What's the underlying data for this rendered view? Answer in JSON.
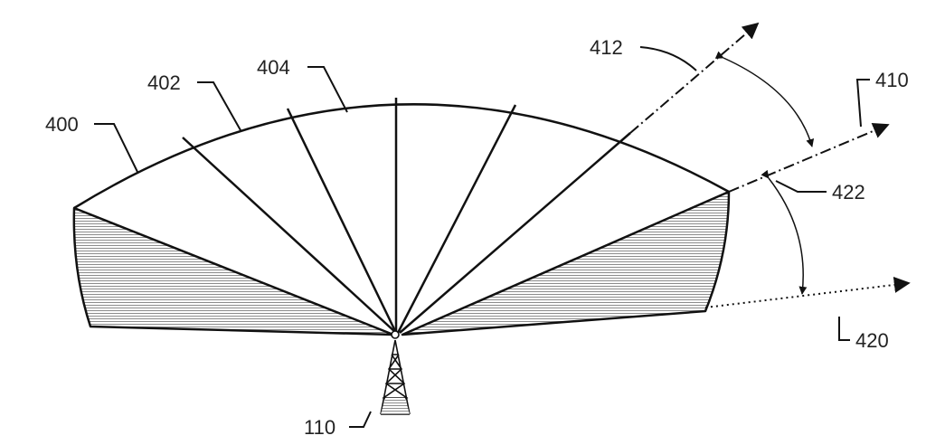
{
  "labels": {
    "sector_400": "400",
    "sector_402": "402",
    "sector_404": "404",
    "beam_412": "412",
    "beam_410": "410",
    "angle_422": "422",
    "beam_420": "420",
    "tower_110": "110"
  },
  "colors": {
    "line": "#111111",
    "hatch": "#9a9a9a",
    "background": "#ffffff"
  }
}
